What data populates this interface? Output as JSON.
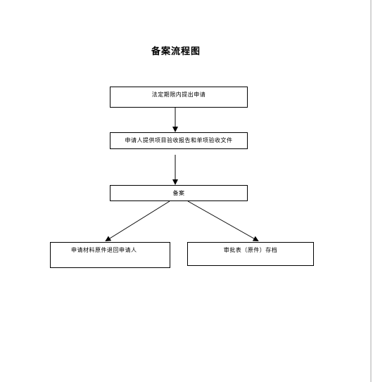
{
  "title": "备案流程图",
  "steps": {
    "step1": "法定期限内提出申请",
    "step2": "申请人提供项目验收报告和单项验收文件",
    "step3": "备案",
    "step4_left": "申请材料原件退回申请人",
    "step4_right": "审批表（原件）存档"
  },
  "colors": {
    "line": "#000000",
    "background": "#ffffff"
  }
}
